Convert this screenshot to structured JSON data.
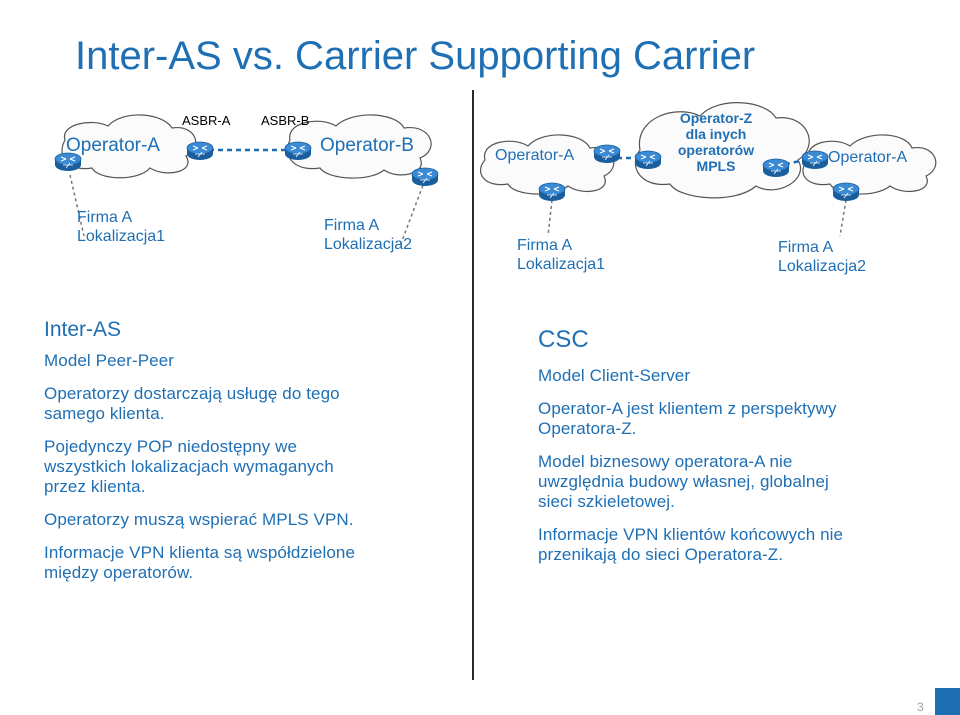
{
  "title": "Inter-AS vs. Carrier Supporting Carrier",
  "left_diagram": {
    "cloud_a": "Operator-A",
    "cloud_b": "Operator-B",
    "asbr_a": "ASBR-A",
    "asbr_b": "ASBR-B",
    "site1": [
      "Firma A",
      "Lokalizacja1"
    ],
    "site2": [
      "Firma A",
      "Lokalizacja2"
    ]
  },
  "right_diagram": {
    "cloud_left": "Operator-A",
    "cloud_mid": [
      "Operator-Z",
      "dla inych",
      "operatorów",
      "MPLS"
    ],
    "cloud_right": "Operator-A",
    "site1": [
      "Firma A",
      "Lokalizacja1"
    ],
    "site2": [
      "Firma A",
      "Lokalizacja2"
    ]
  },
  "left_panel": {
    "heading": "Inter-AS",
    "lines": [
      [
        "Model Peer-Peer"
      ],
      [
        "Operatorzy dostarczają usługę do tego",
        "samego klienta."
      ],
      [
        "Pojedynczy POP niedostępny we",
        "wszystkich lokalizacjach wymaganych",
        "przez klienta."
      ],
      [
        "Operatorzy muszą wspierać MPLS VPN."
      ],
      [
        "Informacje VPN klienta są współdzielone",
        "między operatorów."
      ]
    ]
  },
  "right_panel": {
    "heading": "CSC",
    "lines": [
      [
        "Model Client-Server"
      ],
      [
        "Operator-A jest klientem z perspektywy",
        "Operatora-Z."
      ],
      [
        "Model biznesowy operatora-A nie",
        "uwzględnia budowy własnej, globalnej",
        "sieci szkieletowej."
      ],
      [
        "Informacje VPN klientów końcowych nie",
        "przenikają do sieci Operatora-Z."
      ]
    ]
  },
  "page_number": "3",
  "colors": {
    "accent": "#1f6fb4",
    "router": "#2a78c2",
    "cloud_border": "#555555"
  }
}
